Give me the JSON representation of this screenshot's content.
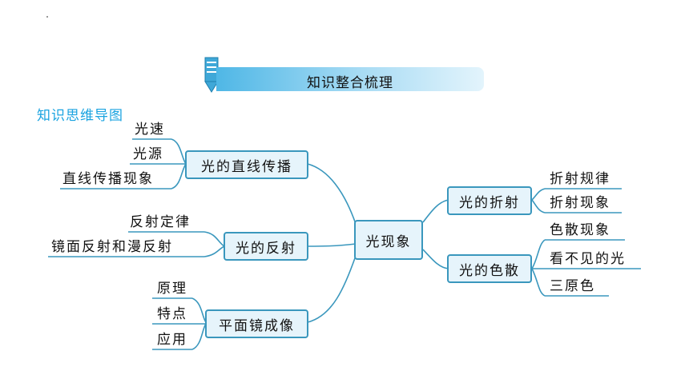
{
  "banner": {
    "title": "知识整合梳理"
  },
  "section_label": "知识思维导图",
  "center": "光现象",
  "branches": {
    "b1": {
      "label": "光的直线传播",
      "leaves": [
        "光速",
        "光源",
        "直线传播现象"
      ]
    },
    "b2": {
      "label": "光的反射",
      "leaves": [
        "反射定律",
        "镜面反射和漫反射"
      ]
    },
    "b3": {
      "label": "平面镜成像",
      "leaves": [
        "原理",
        "特点",
        "应用"
      ]
    },
    "b4": {
      "label": "光的折射",
      "leaves": [
        "折射规律",
        "折射现象"
      ]
    },
    "b5": {
      "label": "光的色散",
      "leaves": [
        "色散现象",
        "看不见的光",
        "三原色"
      ]
    }
  },
  "colors": {
    "line": "#3a97bd",
    "node_fill": "#e6f4fb",
    "label": "#1aa3e0"
  }
}
